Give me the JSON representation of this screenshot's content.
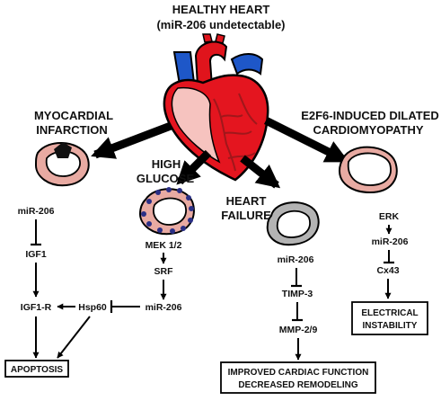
{
  "title": {
    "line1": "HEALTHY HEART",
    "line2": "(miR-206 undetectable)"
  },
  "branches": {
    "myocardial_infarction": {
      "label_line1": "MYOCARDIAL",
      "label_line2": "INFARCTION",
      "nodes": [
        "miR-206",
        "IGF1",
        "IGF1-R"
      ]
    },
    "high_glucose": {
      "label_line1": "HIGH",
      "label_line2": "GLUCOSE",
      "nodes": [
        "MEK 1/2",
        "SRF",
        "miR-206",
        "Hsp60"
      ]
    },
    "heart_failure": {
      "label_line1": "HEART",
      "label_line2": "FAILURE",
      "nodes": [
        "miR-206",
        "TIMP-3",
        "MMP-2/9"
      ]
    },
    "dilated_cardiomyopathy": {
      "label_line1": "E2F6-INDUCED DILATED",
      "label_line2": "CARDIOMYOPATHY",
      "nodes": [
        "ERK",
        "miR-206",
        "Cx43"
      ]
    }
  },
  "outcomes": {
    "apoptosis": "APOPTOSIS",
    "cardiac_line1": "IMPROVED CARDIAC FUNCTION",
    "cardiac_line2": "DECREASED REMODELING",
    "electrical_line1": "ELECTRICAL",
    "electrical_line2": "INSTABILITY"
  },
  "colors": {
    "arrow": "#000000",
    "heart_muscle": "#e4151f",
    "heart_highlight": "#f6c3bf",
    "aorta": "#e0141c",
    "vena_cava": "#1e57c8",
    "vessel_lines": "#a0171b",
    "mi_ring": "#e8aaa2",
    "glucose_ring": "#e8aaa2",
    "glucose_dots": "#2a2f86",
    "failure_ring": "#b3b3b3",
    "cardiomyopathy_ring": "#e8aaa2"
  }
}
